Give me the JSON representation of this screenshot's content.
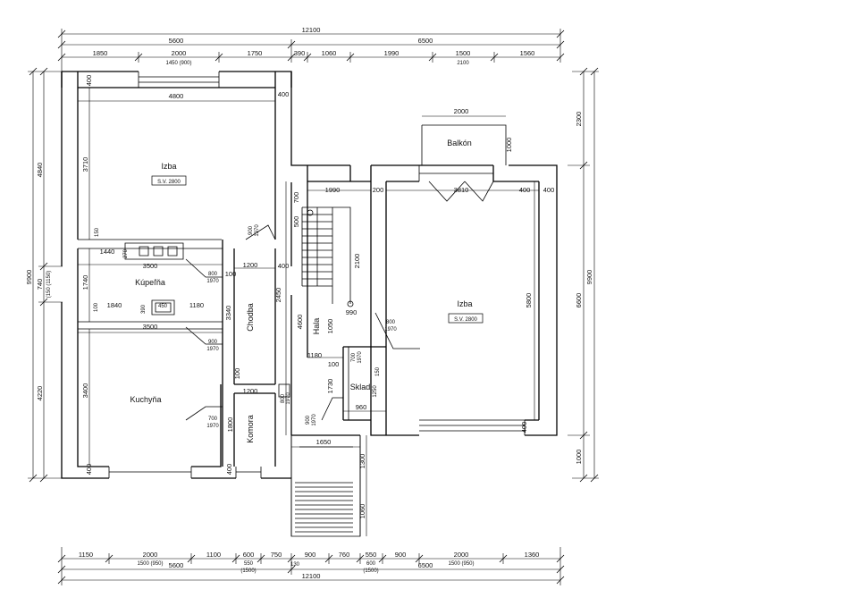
{
  "rooms": {
    "izba_top": "Izba",
    "izba_right": "Izba",
    "kupelna": "Kúpeľňa",
    "kuchyna": "Kuchyňa",
    "chodba": "Chodba",
    "hala": "Hala",
    "komora": "Komora",
    "sklad": "Sklad",
    "balkon": "Balkón"
  },
  "height_labels": {
    "izba_top": "S.V. 2800",
    "izba_right": "S.V. 2800"
  },
  "dims_top": {
    "total": "12100",
    "left_part": "5600",
    "right_part": "6500",
    "row3": [
      "1850",
      "2000",
      "1750",
      "390",
      "1060",
      "1990",
      "1500",
      "1560"
    ],
    "sub_2000": "1450 (900)",
    "sub_1500": "2100"
  },
  "dims_bottom": {
    "row1": [
      "1150",
      "2000",
      "1100",
      "600",
      "750",
      "900",
      "760",
      "550",
      "900",
      "2000",
      "1360"
    ],
    "sub_left_2000": "1500 (950)",
    "sub_600": "550",
    "sub_600b": "(1500)",
    "left_part": "5600",
    "gap": "130",
    "sub_550": "600",
    "sub_550b": "(1500)",
    "right_part": "6500",
    "sub_right_2000": "1500 (950)",
    "total": "12100"
  },
  "dims_left": {
    "outer": "9900",
    "top": "4840",
    "middle": "740",
    "middle_sub": "(150 (1150)",
    "bottom": "4220"
  },
  "dims_right": {
    "outer": "9900",
    "top": "2300",
    "middle": "6600",
    "bottom": "1000"
  },
  "interior": {
    "top_wall_l": "400",
    "top_wall_r": "400",
    "izba_w": "4800",
    "izba_h": "3710",
    "izba_150": "150",
    "door_900": "900",
    "door_1970": "1970",
    "kup_1440": "1440",
    "kup_270": "270",
    "kup_3500": "3500",
    "kup_1740": "1740",
    "kup_800": "800",
    "kup_1970": "1970",
    "kup_100": "100",
    "kup_1840": "1840",
    "kup_390": "390",
    "kup_450": "450",
    "kup_1180": "1180",
    "kup_100b": "100",
    "ch_1200": "1200",
    "ch_400": "400",
    "ch_2450": "2450",
    "ch_3340": "3340",
    "kuch_3500": "3500",
    "kuch_900": "900",
    "kuch_1970": "1970",
    "kuch_3400": "3400",
    "kuch_700": "700",
    "kuch_1970b": "1970",
    "kuch_100": "100",
    "kom_1200": "1200",
    "kom_1800": "1800",
    "kom_800": "800",
    "kom_1970": "1970",
    "left_400": "400",
    "left_400b": "400",
    "hala_1990": "1990",
    "hala_200": "200",
    "hala_700": "700",
    "hala_500": "500",
    "hala_2100": "2100",
    "hala_990": "990",
    "hala_4600": "4600",
    "hala_1050": "1050",
    "hala_1180": "1180",
    "hala_100": "100",
    "hala_1730": "1730",
    "hala_900": "900",
    "hala_1970": "1970",
    "sk_700": "700",
    "sk_1970": "1970",
    "sk_150": "150",
    "sk_1250": "1250",
    "sk_960": "960",
    "izr_3810": "3810",
    "izr_400": "400",
    "izr_5800": "5800",
    "izr_800": "800",
    "izr_1970": "1970",
    "izr_400b": "400",
    "bal_2000": "2000",
    "bal_1000": "1000",
    "ent_1650": "1650",
    "ent_1300": "1300",
    "ent_1060": "1060",
    "izr_400c": "400"
  }
}
